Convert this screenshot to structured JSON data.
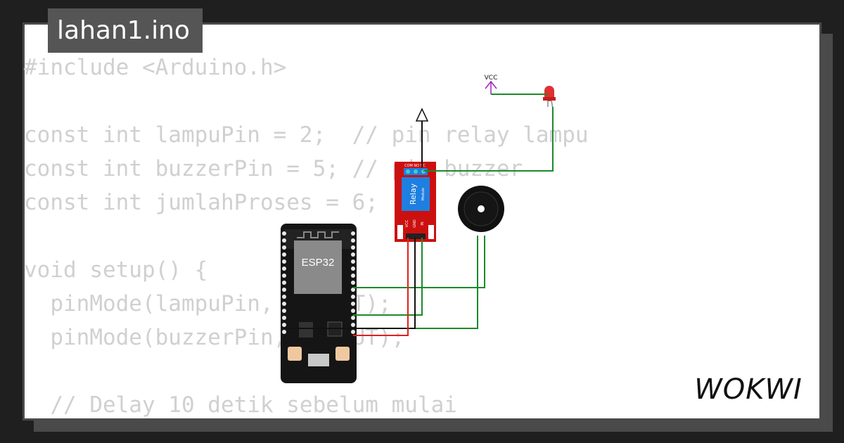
{
  "project": {
    "filename": "lahan1.ino"
  },
  "code_lines": [
    "#include <Arduino.h>",
    "",
    "const int lampuPin = 2;  // pin relay lampu",
    "const int buzzerPin = 5; // pin buzzer",
    "const int jumlahProses = 6;",
    "",
    "void setup() {",
    "  pinMode(lampuPin, OUTPUT);",
    "  pinMode(buzzerPin, OUTPUT);",
    "",
    "  // Delay 10 detik sebelum mulai"
  ],
  "components": {
    "esp32_label": "ESP32",
    "relay_label": "Relay",
    "relay_sublabel": "Module",
    "relay_top_pins": "COM NO NC",
    "relay_bottom_pins": [
      "VCC",
      "GND",
      "IN"
    ],
    "vcc_label": "VCC"
  },
  "brand": {
    "name": "WOKWI"
  },
  "colors": {
    "wire_green": "#1b8a2a",
    "wire_red": "#e02020",
    "wire_black": "#111111",
    "vcc_purple": "#a020c0",
    "relay_red": "#cc1010",
    "relay_blue": "#1e7fe0",
    "led_red": "#e03030",
    "board_black": "#151515"
  }
}
